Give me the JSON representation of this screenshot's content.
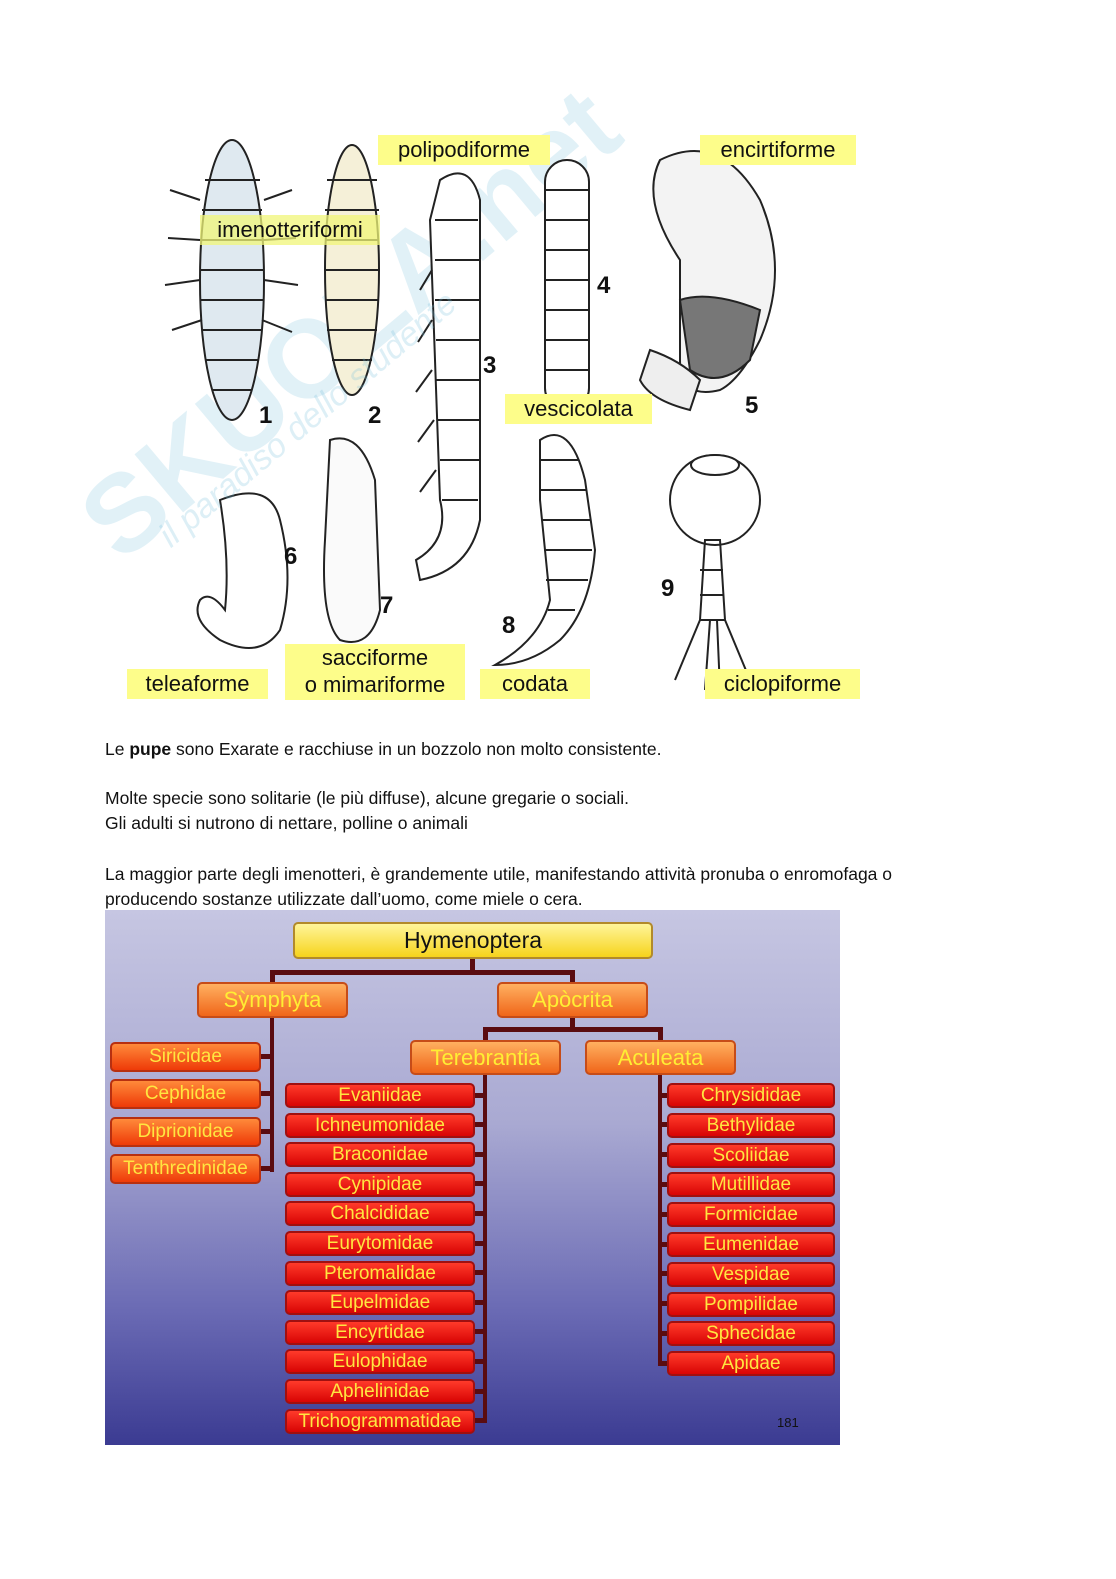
{
  "watermark": {
    "logo": "SKUOLA.net",
    "tagline": "il paradiso dello studente"
  },
  "figure": {
    "labels": {
      "polipodiforme": "polipodiforme",
      "encirtiforme": "encirtiforme",
      "imenotteriformi": "imenotteriformi",
      "vescicolata": "vescicolata",
      "teleaforme": "teleaforme",
      "sacciforme_1": "sacciforme",
      "sacciforme_2": "o mimariforme",
      "codata": "codata",
      "ciclopiforme": "ciclopiforme"
    },
    "numbers": [
      "1",
      "2",
      "3",
      "4",
      "5",
      "6",
      "7",
      "8",
      "9"
    ]
  },
  "text": {
    "p1_pre": "Le ",
    "p1_bold": "pupe",
    "p1_post": " sono Exarate e racchiuse in un bozzolo non molto consistente.",
    "p2_l1": "Molte specie sono solitarie (le più diffuse), alcune gregarie o sociali.",
    "p2_l2": "Gli adulti si nutrono di nettare, polline o animali",
    "p3_l1": "La maggior parte degli imenotteri, è grandemente utile, manifestando attività pronuba o enromofaga o",
    "p3_l2": "producendo sostanze utilizzate dall’uomo, come miele o cera."
  },
  "tree": {
    "root": "Hymenoptera",
    "symphyta": "Sỳmphyta",
    "apocrita": "Apòcrita",
    "terebrantia": "Terebrantia",
    "aculeata": "Aculeata",
    "symphyta_families": [
      "Siricidae",
      "Cephidae",
      "Diprionidae",
      "Tenthredinidae"
    ],
    "terebrantia_families": [
      "Evaniidae",
      "Ichneumonidae",
      "Braconidae",
      "Cynipidae",
      "Chalcididae",
      "Eurytomidae",
      "Pteromalidae",
      "Eupelmidae",
      "Encyrtidae",
      "Eulophidae",
      "Aphelinidae",
      "Trichogrammatidae"
    ],
    "aculeata_families": [
      "Chrysididae",
      "Bethylidae",
      "Scoliidae",
      "Mutillidae",
      "Formicidae",
      "Eumenidae",
      "Vespidae",
      "Pompilidae",
      "Sphecidae",
      "Apidae"
    ],
    "slide_number": "181"
  }
}
